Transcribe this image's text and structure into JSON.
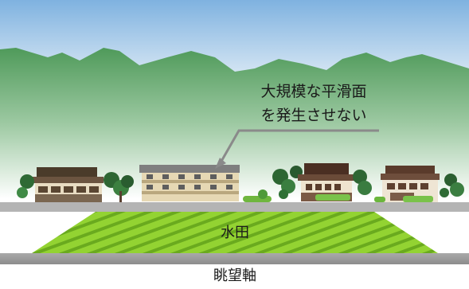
{
  "annotation": {
    "line1": "大規模な平滑面",
    "line2": "を発生させない"
  },
  "field": {
    "label": "水田"
  },
  "axis": {
    "label": "眺望軸"
  },
  "colors": {
    "sky_top": "#7fb2e0",
    "sky_bottom": "#f4f8fb",
    "mountain": "#4f9a5a",
    "field": "#8ccf2a",
    "road": "#a9a9a9",
    "road_bottom": "#909090"
  }
}
